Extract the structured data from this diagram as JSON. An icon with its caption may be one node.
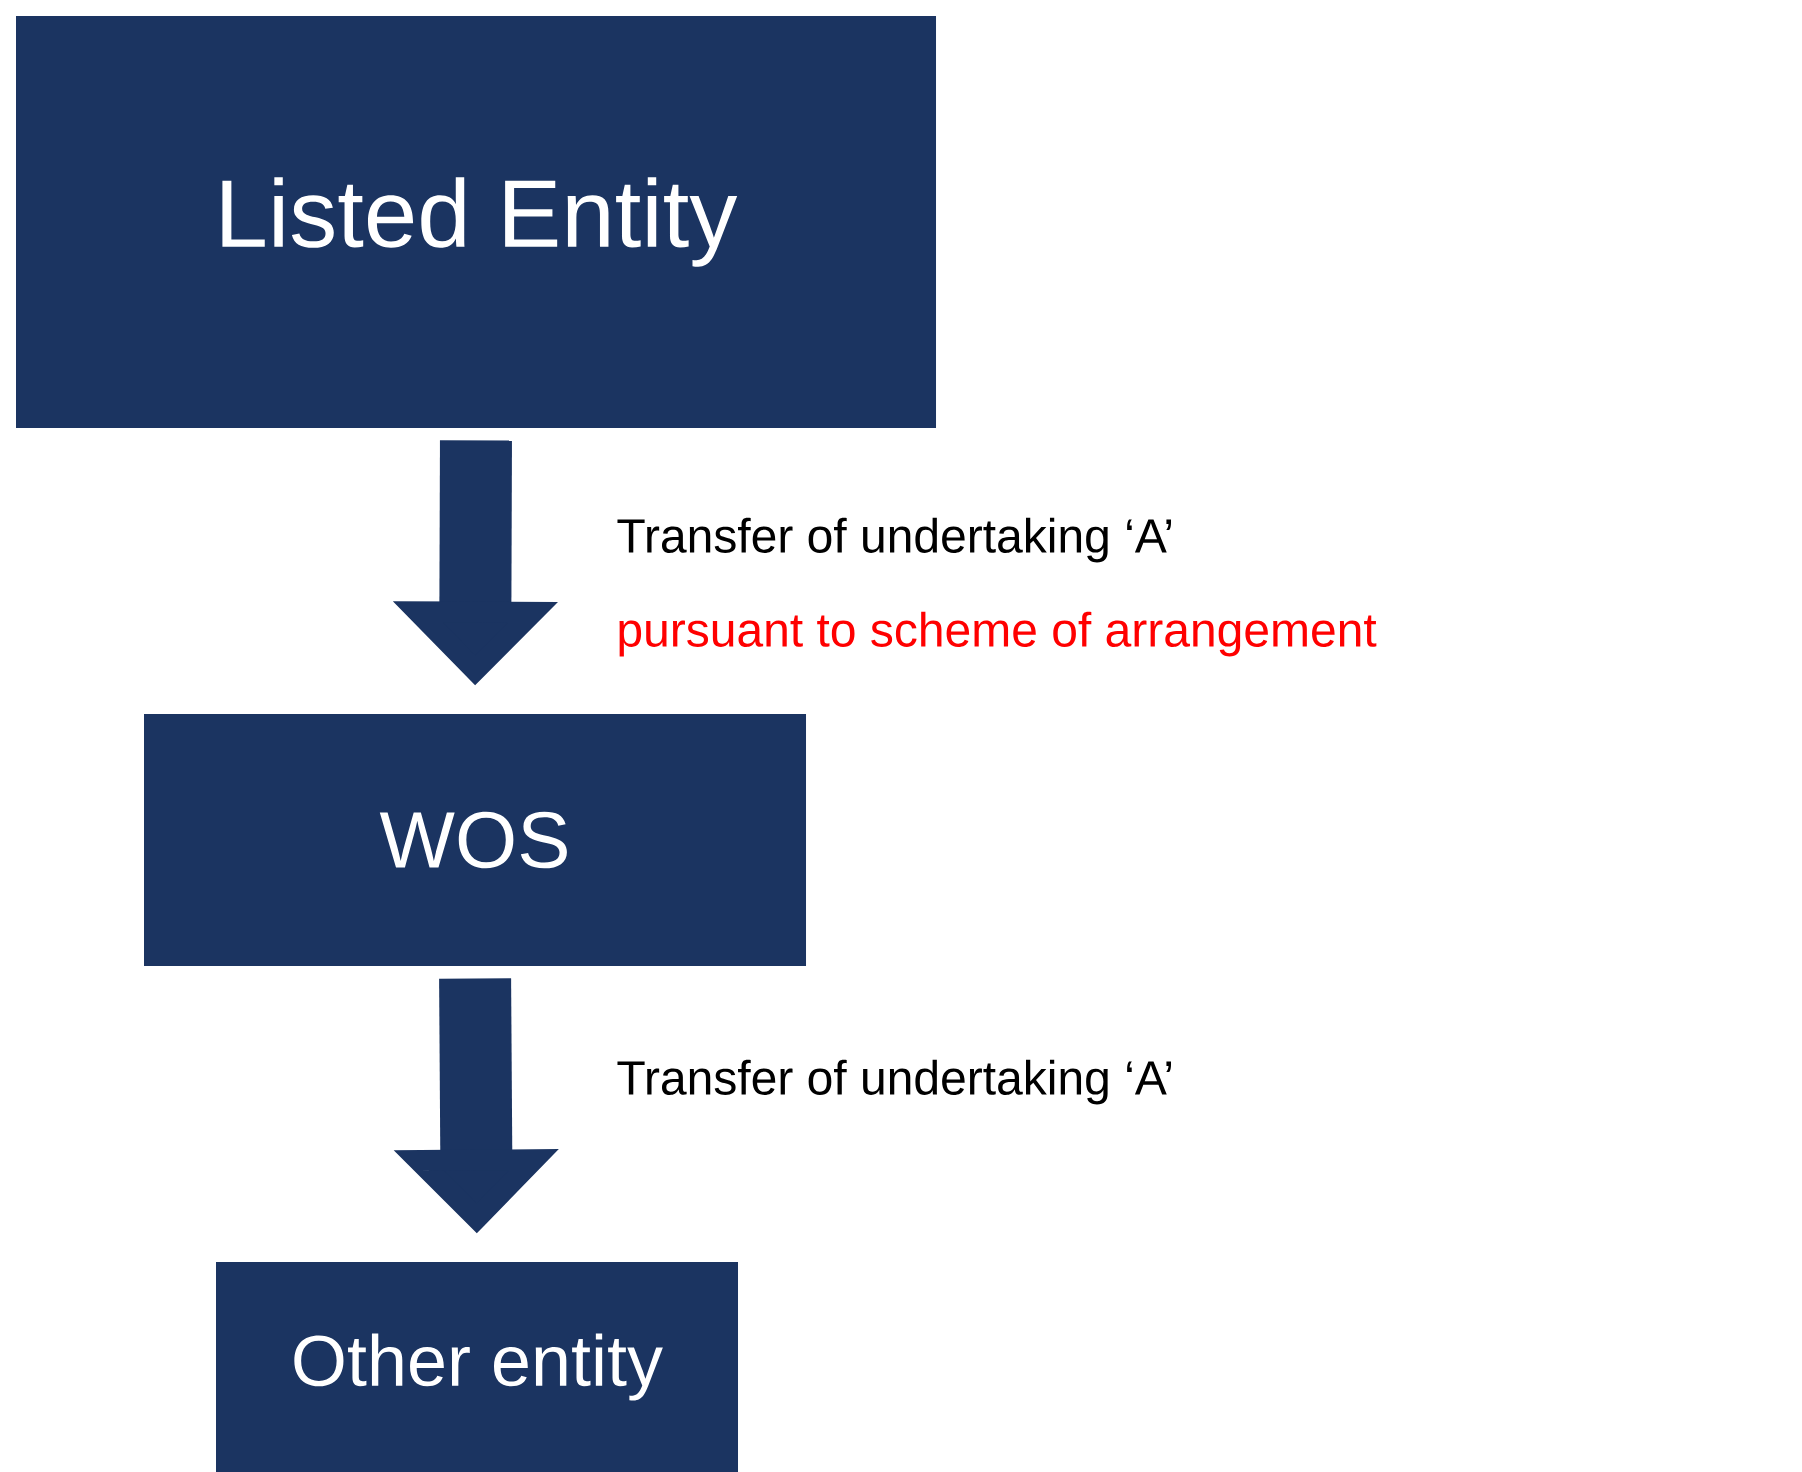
{
  "diagram": {
    "nodes": [
      {
        "text": [
          "Listed Entity"
        ]
      },
      {
        "text": [
          "WOS"
        ]
      },
      {
        "text": [
          "Other entity"
        ]
      }
    ],
    "edges": [
      {
        "from": 0,
        "to": 1,
        "arrow": "to",
        "label": "Transfer of undertaking ‘A’"
      },
      {
        "from": 1,
        "to": 2,
        "arrow": "to",
        "label": "Transfer of undertaking ‘A’"
      }
    ],
    "labels": [
      "pursuant to scheme of arrangement"
    ]
  }
}
